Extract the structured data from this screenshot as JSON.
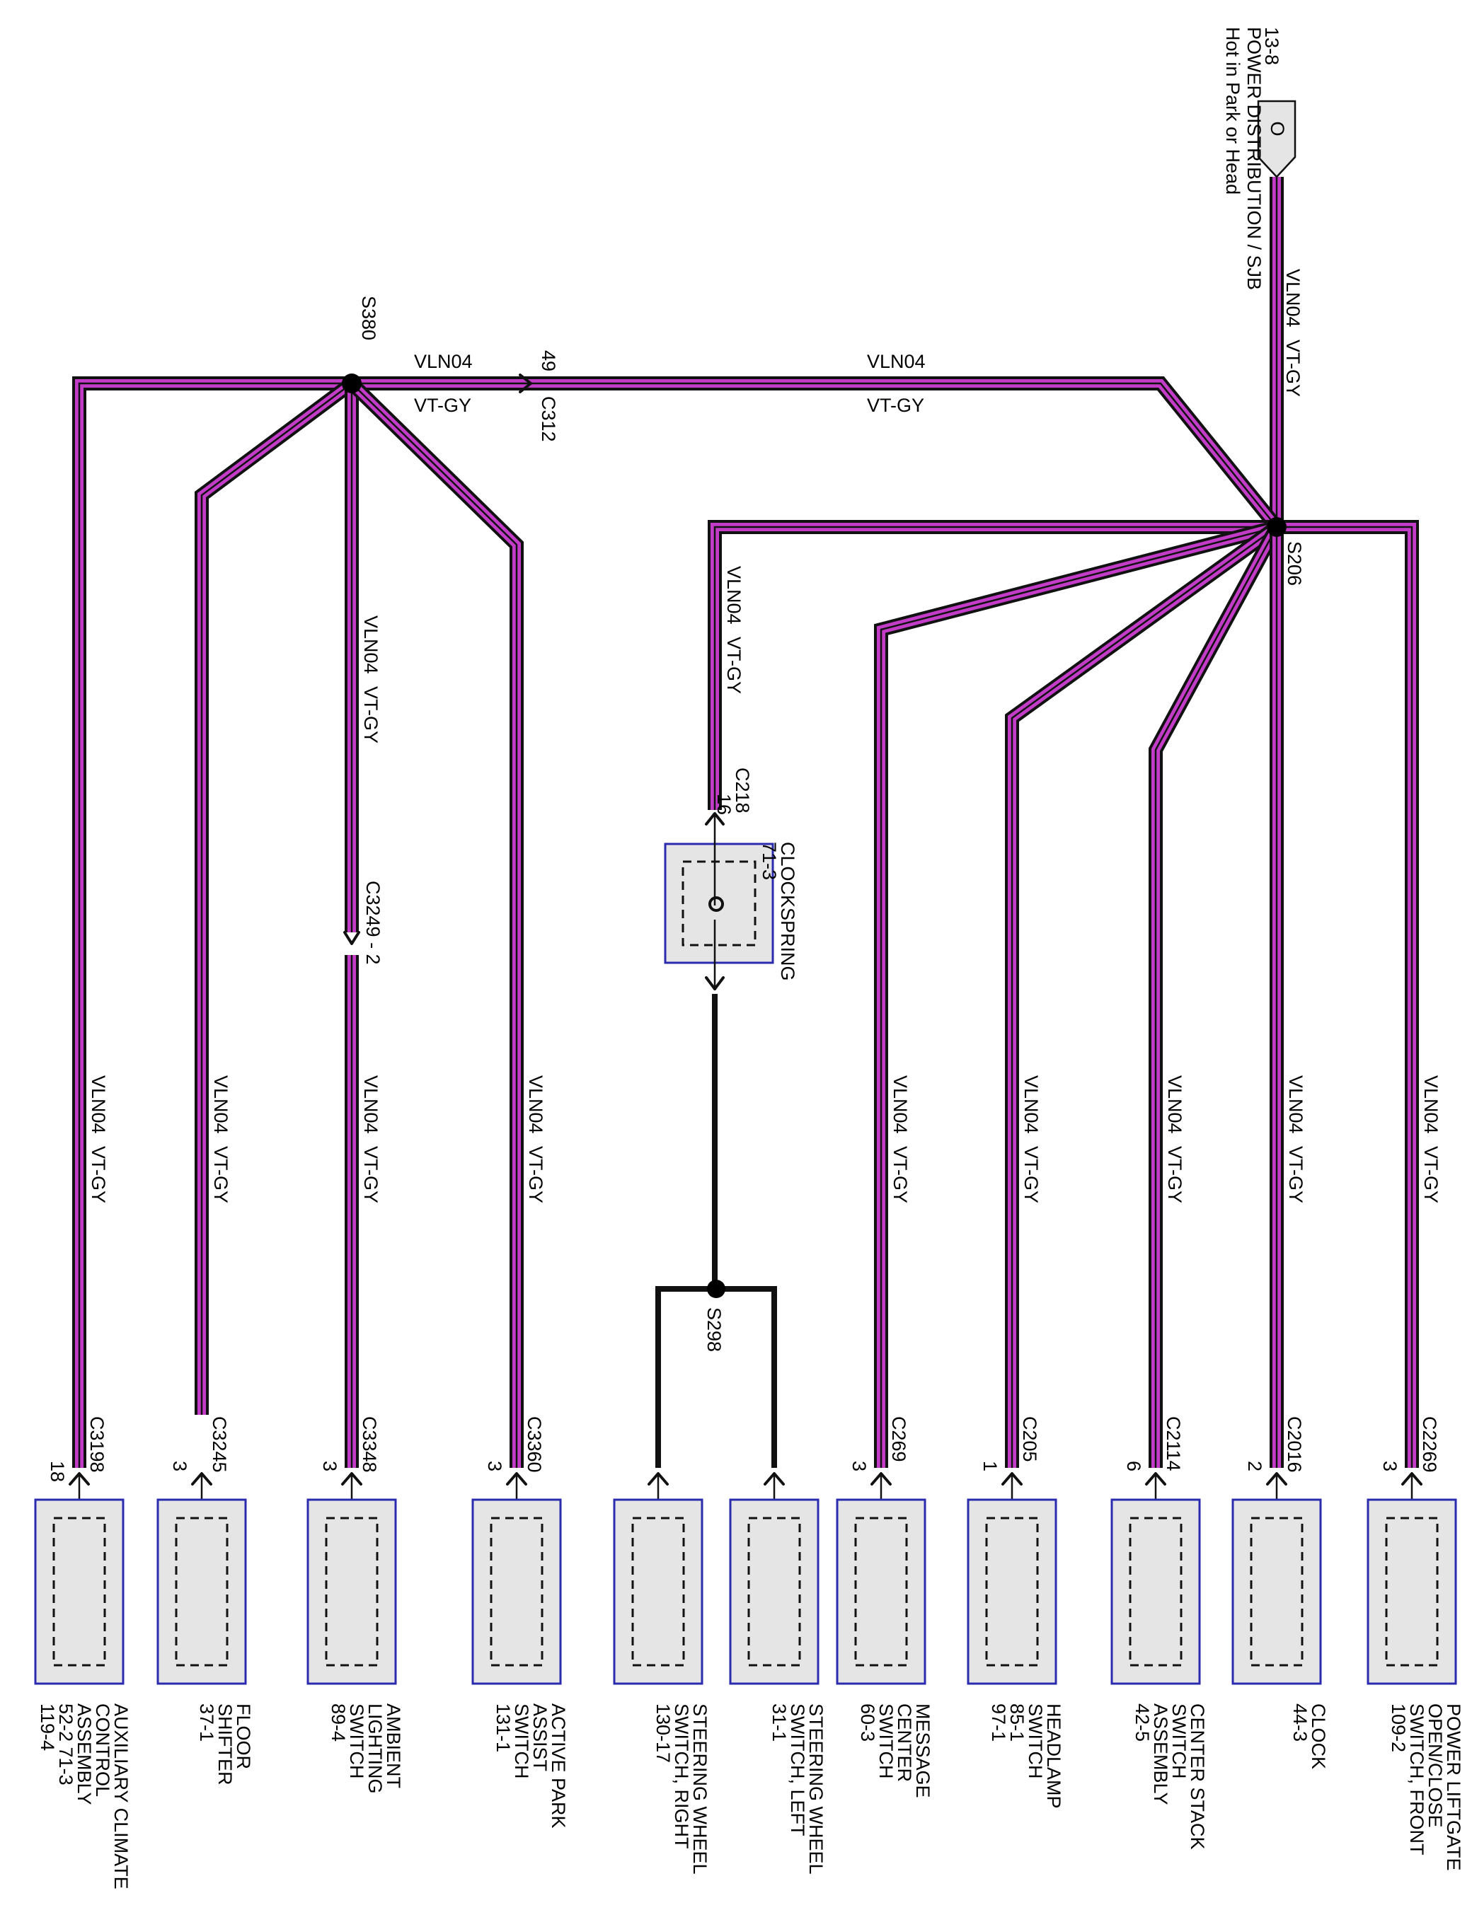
{
  "power_source": {
    "pin": "13-8",
    "title": "POWER DISTRIBUTION / SJB",
    "subtitle": "Hot in Park or Head",
    "terminal": "O"
  },
  "wire": {
    "circuit": "VLN04",
    "color_code": "VT-GY",
    "color_hex": "#c33cc8"
  },
  "splices": {
    "s380": "S380",
    "s206": "S206",
    "s298": "S298"
  },
  "inline_connectors": {
    "c312": {
      "name": "C312",
      "pin": "49"
    },
    "c3249": {
      "name": "C3249 - 2"
    },
    "c218": {
      "name": "C218",
      "pin": "16"
    }
  },
  "clockspring": {
    "name": "CLOCKSPRING",
    "ref": "71-3",
    "terminal": "O"
  },
  "components": [
    {
      "id": "aux-climate",
      "connector": "C3198",
      "pin": "18",
      "lines": [
        "AUXILIARY CLIMATE",
        "CONTROL",
        "ASSEMBLY",
        "52-2          71-3",
        "119-4"
      ]
    },
    {
      "id": "floor-shifter",
      "connector": "C3245",
      "pin": "3",
      "lines": [
        "FLOOR",
        "SHIFTER",
        "37-1"
      ]
    },
    {
      "id": "ambient-lighting",
      "connector": "C3348",
      "pin": "3",
      "lines": [
        "AMBIENT",
        "LIGHTING",
        "SWITCH",
        "89-4"
      ]
    },
    {
      "id": "active-park-assist",
      "connector": "C3360",
      "pin": "3",
      "lines": [
        "ACTIVE PARK",
        "ASSIST",
        "SWITCH",
        "131-1"
      ]
    },
    {
      "id": "steering-wheel-right",
      "connector": "",
      "pin": "",
      "lines": [
        "STEERING WHEEL",
        "SWITCH, RIGHT",
        "130-17"
      ]
    },
    {
      "id": "steering-wheel-left",
      "connector": "",
      "pin": "",
      "lines": [
        "STEERING WHEEL",
        "SWITCH, LEFT",
        "31-1"
      ]
    },
    {
      "id": "message-center",
      "connector": "C269",
      "pin": "3",
      "lines": [
        "MESSAGE",
        "CENTER",
        "SWITCH",
        "60-3"
      ]
    },
    {
      "id": "headlamp",
      "connector": "C205",
      "pin": "1",
      "lines": [
        "HEADLAMP",
        "SWITCH",
        "85-1",
        "97-1"
      ]
    },
    {
      "id": "center-stack",
      "connector": "C2114",
      "pin": "6",
      "lines": [
        "CENTER STACK",
        "SWITCH",
        "ASSEMBLY",
        "42-5"
      ]
    },
    {
      "id": "clock",
      "connector": "C2016",
      "pin": "2",
      "lines": [
        "CLOCK",
        "44-3"
      ]
    },
    {
      "id": "power-liftgate",
      "connector": "C2269",
      "pin": "3",
      "lines": [
        "POWER LIFTGATE",
        "OPEN/CLOSE",
        "SWITCH, FRONT",
        "109-2"
      ]
    }
  ]
}
